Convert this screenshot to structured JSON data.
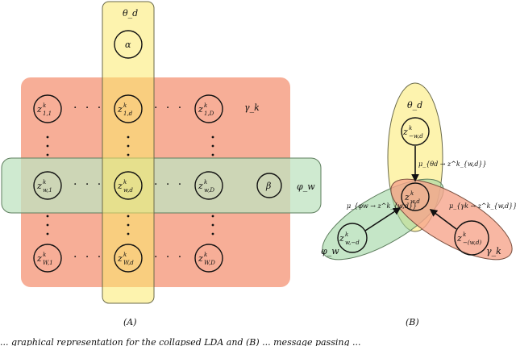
{
  "panel_a": {
    "caption": "(A)",
    "theta_label": "θ_d",
    "alpha_label": "α",
    "gamma_label": "γ_k",
    "phi_label": "φ_w",
    "beta_label": "β",
    "nodes": [
      {
        "base": "z",
        "sup": "k",
        "sub": "1,1"
      },
      {
        "base": "z",
        "sup": "k",
        "sub": "1,d"
      },
      {
        "base": "z",
        "sup": "k",
        "sub": "1,D"
      },
      {
        "base": "z",
        "sup": "k",
        "sub": "w,1"
      },
      {
        "base": "z",
        "sup": "k",
        "sub": "w,d"
      },
      {
        "base": "z",
        "sup": "k",
        "sub": "w,D"
      },
      {
        "base": "z",
        "sup": "k",
        "sub": "W,1"
      },
      {
        "base": "z",
        "sup": "k",
        "sub": "W,d"
      },
      {
        "base": "z",
        "sup": "k",
        "sub": "W,D"
      }
    ]
  },
  "panel_b": {
    "caption": "(B)",
    "theta_label": "θ_d",
    "phi_label": "φ_w",
    "gamma_label": "γ_k",
    "center_node": {
      "base": "z",
      "sup": "k",
      "sub": "w,d"
    },
    "top_node": {
      "base": "z",
      "sup": "k",
      "sub": "−w,d"
    },
    "left_node": {
      "base": "z",
      "sup": "k",
      "sub": "w,−d"
    },
    "right_node": {
      "base": "z",
      "sup": "k",
      "sub": "−(w,d)"
    },
    "msg_theta": "μ_{θd → z^k_{w,d}}",
    "msg_phi": "μ_{φw → z^k_{w,d}}",
    "msg_gamma": "μ_{γk → z^k_{w,d}}"
  },
  "caption_text": "... graphical representation for the collapsed LDA and (B) ... message passing ... ",
  "colors": {
    "yellow_plate": "#fbf19a",
    "red_plate": "#f6a58c",
    "green_plate": "#bfe3c0",
    "overlap": "#f3b57a"
  }
}
